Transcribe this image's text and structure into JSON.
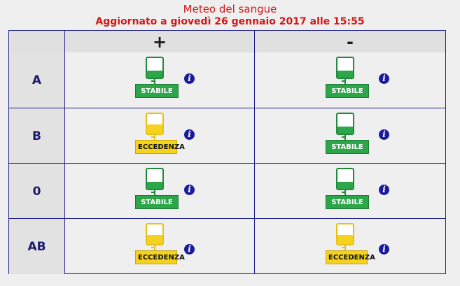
{
  "header": {
    "title": "Meteo del sangue",
    "subtitle": "Aggiornato a giovedì 26 gennaio 2017 alle 15:55"
  },
  "columns": [
    "+",
    "-"
  ],
  "info_glyph": "i",
  "colors": {
    "title": "#d11919",
    "grid_border": "#1f1f8c",
    "stabile": "#2da64a",
    "eccedenza": "#f4d21f",
    "info": "#1b1b9c"
  },
  "rows": [
    {
      "group": "A",
      "statuses": [
        {
          "label": "STABILE",
          "level": "stabile",
          "fill": 0.35
        },
        {
          "label": "STABILE",
          "level": "stabile",
          "fill": 0.35
        }
      ]
    },
    {
      "group": "B",
      "statuses": [
        {
          "label": "ECCEDENZA",
          "level": "eccedenza",
          "fill": 0.45
        },
        {
          "label": "STABILE",
          "level": "stabile",
          "fill": 0.35
        }
      ]
    },
    {
      "group": "0",
      "statuses": [
        {
          "label": "STABILE",
          "level": "stabile",
          "fill": 0.35
        },
        {
          "label": "STABILE",
          "level": "stabile",
          "fill": 0.35
        }
      ]
    },
    {
      "group": "AB",
      "statuses": [
        {
          "label": "ECCEDENZA",
          "level": "eccedenza",
          "fill": 0.45
        },
        {
          "label": "ECCEDENZA",
          "level": "eccedenza",
          "fill": 0.45
        }
      ]
    }
  ]
}
